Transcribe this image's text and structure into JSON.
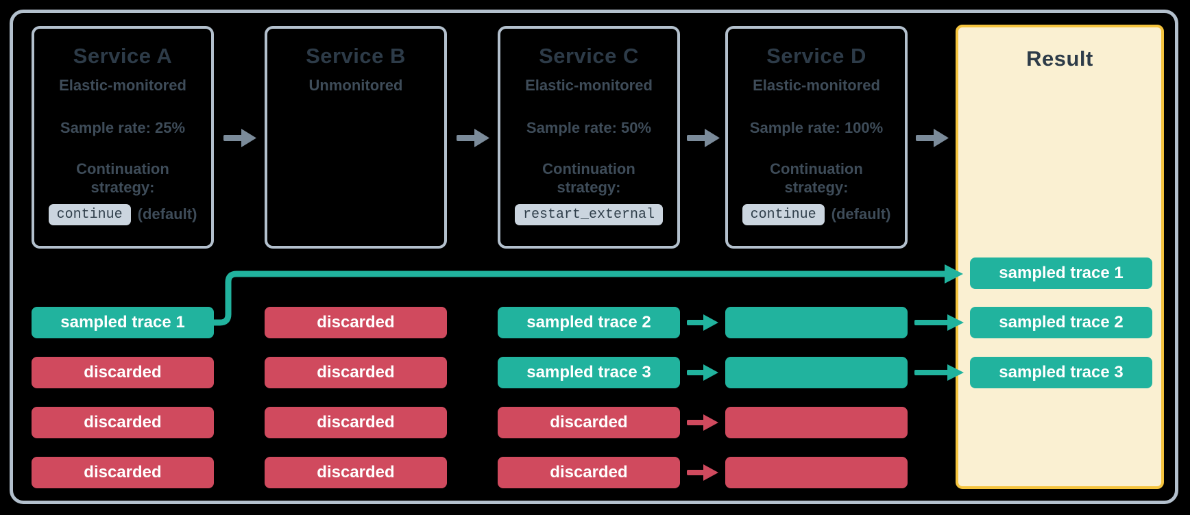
{
  "services": [
    {
      "title": "Service A",
      "monitoring": "Elastic-monitored",
      "sample_rate": "Sample rate: 25%",
      "continuation_label": "Continuation strategy:",
      "strategy_code": "continue",
      "strategy_suffix": "(default)"
    },
    {
      "title": "Service B",
      "monitoring": "Unmonitored"
    },
    {
      "title": "Service C",
      "monitoring": "Elastic-monitored",
      "sample_rate": "Sample rate: 50%",
      "continuation_label": "Continuation strategy:",
      "strategy_code": "restart_external"
    },
    {
      "title": "Service D",
      "monitoring": "Elastic-monitored",
      "sample_rate": "Sample rate: 100%",
      "continuation_label": "Continuation strategy:",
      "strategy_code": "continue",
      "strategy_suffix": "(default)"
    }
  ],
  "result": {
    "title": "Result"
  },
  "columns": [
    {
      "service": "Service A",
      "pills": [
        {
          "label": "sampled trace 1",
          "status": "sampled"
        },
        {
          "label": "discarded",
          "status": "discarded"
        },
        {
          "label": "discarded",
          "status": "discarded"
        },
        {
          "label": "discarded",
          "status": "discarded"
        }
      ]
    },
    {
      "service": "Service B",
      "pills": [
        {
          "label": "discarded",
          "status": "discarded"
        },
        {
          "label": "discarded",
          "status": "discarded"
        },
        {
          "label": "discarded",
          "status": "discarded"
        },
        {
          "label": "discarded",
          "status": "discarded"
        }
      ]
    },
    {
      "service": "Service C",
      "pills": [
        {
          "label": "sampled trace 2",
          "status": "sampled"
        },
        {
          "label": "sampled trace 3",
          "status": "sampled"
        },
        {
          "label": "discarded",
          "status": "discarded"
        },
        {
          "label": "discarded",
          "status": "discarded"
        }
      ]
    },
    {
      "service": "Service D",
      "pills": [
        {
          "label": "",
          "status": "sampled"
        },
        {
          "label": "",
          "status": "sampled"
        },
        {
          "label": "",
          "status": "discarded"
        },
        {
          "label": "",
          "status": "discarded"
        }
      ]
    },
    {
      "service": "Result",
      "pills": [
        {
          "label": "sampled trace 1",
          "status": "sampled"
        },
        {
          "label": "sampled trace 2",
          "status": "sampled"
        },
        {
          "label": "sampled trace 3",
          "status": "sampled"
        }
      ]
    }
  ],
  "colors": {
    "background": "#000000",
    "frame_border": "#b3c0cd",
    "box_border": "#b3c0cd",
    "text_dark": "#2d3b48",
    "text_body": "#3e4c59",
    "chip_bg": "#cbd5df",
    "chip_text": "#2f3e4a",
    "sampled_teal": "#21b39e",
    "discarded_red": "#d04a5e",
    "result_fill": "#faf0d2",
    "result_border": "#f5c43e",
    "flow_arrow_gray": "#7b8b9a"
  }
}
